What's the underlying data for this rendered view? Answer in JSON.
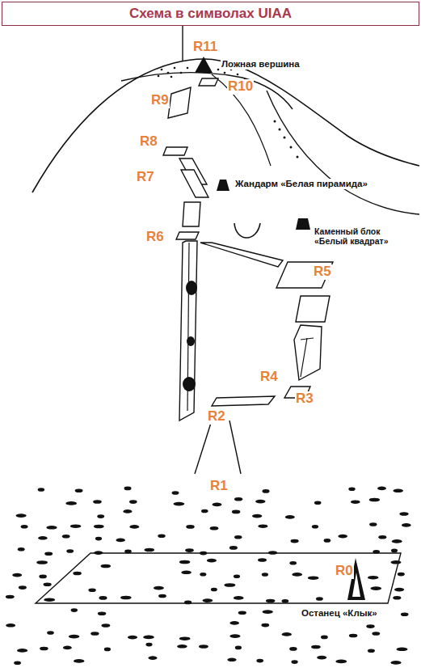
{
  "diagram": {
    "title": "Схема в символах UIAA",
    "labels": [
      "R11",
      "Ложная вершина",
      "R10",
      "R9",
      "R8",
      "R7",
      "Жандарм «Белая пирамида»",
      "R6",
      "Каменный блок «Белый квадрат»",
      "R5",
      "R4",
      "R3",
      "R2",
      "R1",
      "R0",
      "Останец «Клык»"
    ]
  }
}
